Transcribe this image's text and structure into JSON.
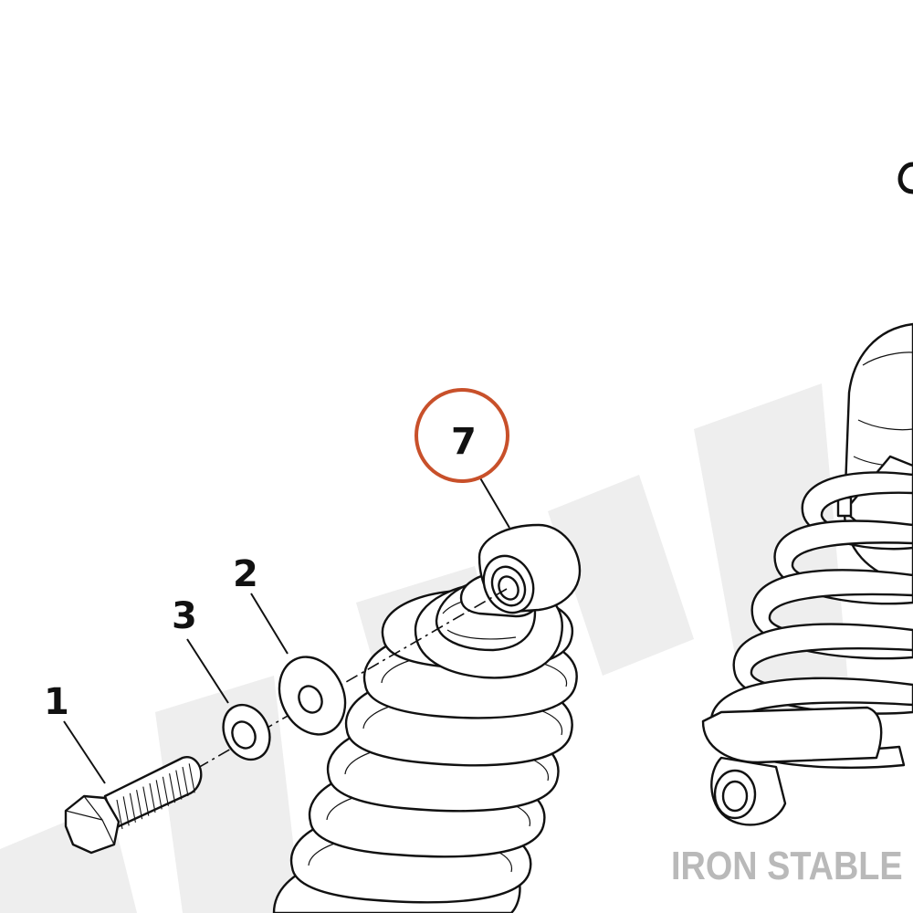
{
  "diagram": {
    "callouts": [
      {
        "label": "1"
      },
      {
        "label": "3"
      },
      {
        "label": "2"
      },
      {
        "label": "7"
      }
    ],
    "highlight_color": "#c8502a",
    "watermark_color": "#eeeeee"
  },
  "brand": {
    "text": "IRON STABLE",
    "color": "#b9b9b9"
  }
}
